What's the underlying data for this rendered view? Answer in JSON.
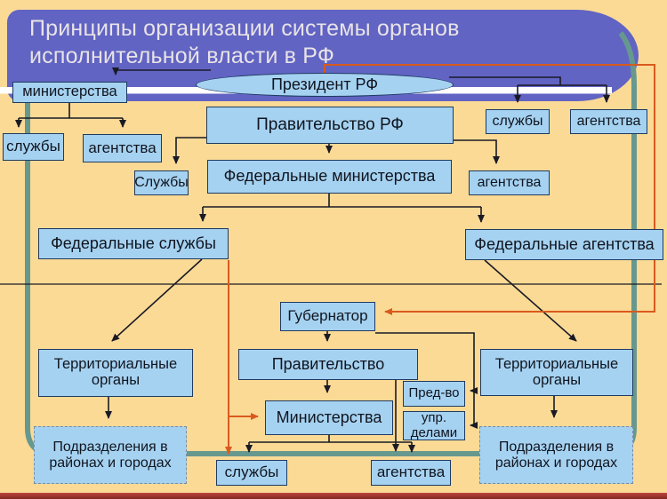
{
  "slide": {
    "title": "Принципы организации системы органов исполнительной власти в РФ"
  },
  "colors": {
    "bg": "#FBDA96",
    "banner": "#6164C3",
    "title_text": "#E8E3E6",
    "box_fill": "#A6D2F1",
    "box_border": "#1F3A60",
    "node_text": "#10151F",
    "teal": "#67988E",
    "orange": "#D95A1D",
    "line": "#1A1A24",
    "stripe": "#FFFFFF",
    "dashed_border": "#7D8B9B",
    "bottom_bar_top": "#C0453C",
    "bottom_bar_bottom": "#7E2722"
  },
  "nodes": {
    "president": {
      "label": "Президент РФ"
    },
    "ministries_top": {
      "label": "министерства"
    },
    "services_top_left": {
      "label": "службы"
    },
    "agencies_top_left": {
      "label": "агентства"
    },
    "services_cap": {
      "label": "Службы"
    },
    "gov_rf": {
      "label": "Правительство РФ"
    },
    "fed_ministries": {
      "label": "Федеральные министерства"
    },
    "services_top_right": {
      "label": "службы"
    },
    "agencies_top_right": {
      "label": "агентства"
    },
    "agencies_mid_right": {
      "label": "агентства"
    },
    "fed_services": {
      "label": "Федеральные службы"
    },
    "fed_agencies": {
      "label": "Федеральные агентства"
    },
    "governor": {
      "label": "Губернатор"
    },
    "gov_regional": {
      "label": "Правительство"
    },
    "ministries_regional": {
      "label": "Министерства"
    },
    "predstavitelstvo": {
      "label": "Пред-во"
    },
    "upr_delami": {
      "label": "упр. делами"
    },
    "terr_organs_left": {
      "label": "Территориальные органы"
    },
    "terr_organs_right": {
      "label": "Территориальные органы"
    },
    "podrazdeleniya_left": {
      "label": "Подразделения в районах и городах"
    },
    "podrazdeleniya_right": {
      "label": "Подразделения в районах и городах"
    },
    "services_bottom": {
      "label": "службы"
    },
    "agencies_bottom": {
      "label": "агентства"
    }
  }
}
